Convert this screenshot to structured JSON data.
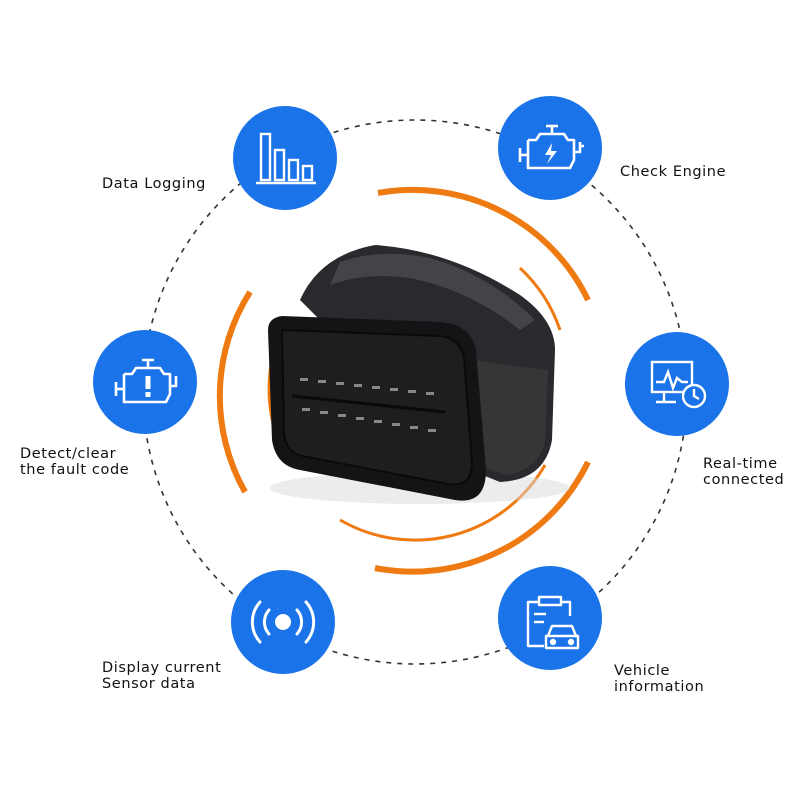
{
  "colors": {
    "circle_blue": "#1a73e8",
    "arc_orange": "#f07a12",
    "dash_gray": "#333333",
    "device_black": "#1b1b1d"
  },
  "features": [
    {
      "icon": "bar-chart-icon",
      "lines": [
        "Data Logging"
      ]
    },
    {
      "icon": "engine-bolt-icon",
      "lines": [
        "Check Engine"
      ]
    },
    {
      "icon": "engine-warning-icon",
      "lines": [
        "Detect/clear",
        "the fault code"
      ]
    },
    {
      "icon": "monitor-clock-icon",
      "lines": [
        "Real-time",
        "connected"
      ]
    },
    {
      "icon": "signal-icon",
      "lines": [
        "Display current",
        "Sensor data"
      ]
    },
    {
      "icon": "clipboard-car-icon",
      "lines": [
        "Vehicle",
        "information"
      ]
    }
  ]
}
